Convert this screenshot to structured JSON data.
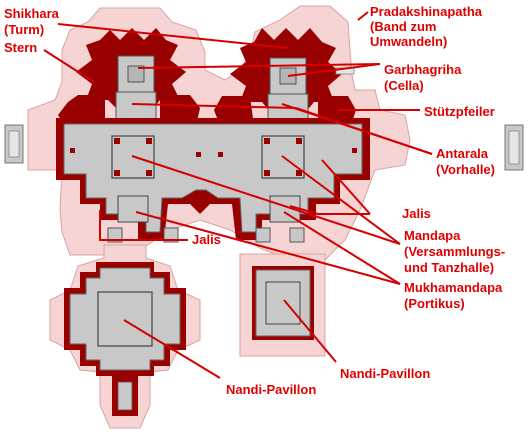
{
  "colors": {
    "platform": "#f6d4d4",
    "platform_edge": "#d9a3a3",
    "wall": "#990000",
    "floor": "#c8c8c8",
    "floor_edge": "#777777",
    "label": "#e00000",
    "leader": "#d40000"
  },
  "labels": {
    "shikhara": [
      "Shikhara",
      "(Turm)"
    ],
    "stern": "Stern",
    "pradakshinapatha": [
      "Pradakshinapatha",
      "(Band zum",
      "Umwandeln)"
    ],
    "garbhagriha": [
      "Garbhagriha",
      "(Cella)"
    ],
    "stuetzpfeiler": "Stützpfeiler",
    "antarala": [
      "Antarala",
      "(Vorhalle)"
    ],
    "jalis_right": "Jalis",
    "jalis_left": "Jalis",
    "mandapa": [
      "Mandapa",
      "(Versammlungs-",
      "und Tanzhalle)"
    ],
    "mukhamandapa": [
      "Mukhamandapa",
      "(Portikus)"
    ],
    "nandi_right": "Nandi-Pavillon",
    "nandi_left": "Nandi-Pavillon"
  }
}
